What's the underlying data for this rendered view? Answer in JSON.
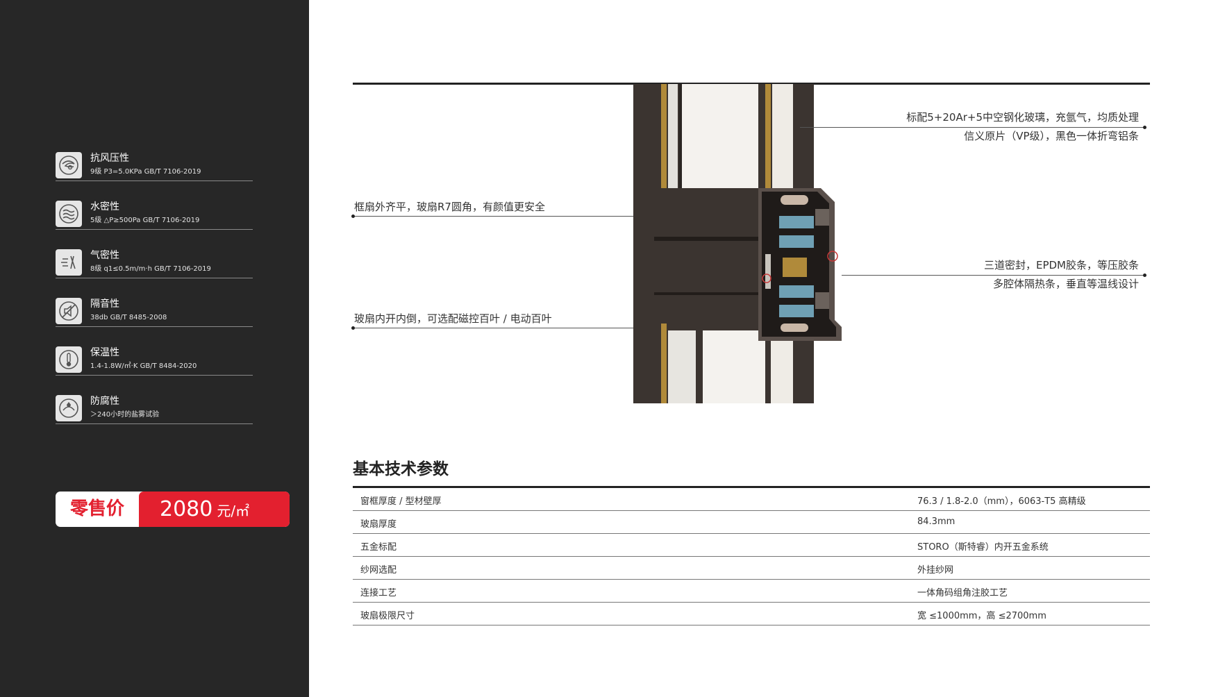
{
  "features": [
    {
      "title": "抗风压性",
      "sub": "9级 P3=5.0KPa GB/T 7106-2019",
      "icon": "wind-pressure-icon"
    },
    {
      "title": "水密性",
      "sub": "5级 △P≥500Pa GB/T 7106-2019",
      "icon": "water-tightness-icon"
    },
    {
      "title": "气密性",
      "sub": "8级 q1≤0.5m/m·h GB/T 7106-2019",
      "icon": "air-tightness-icon"
    },
    {
      "title": "隔音性",
      "sub": "38db GB/T 8485-2008",
      "icon": "sound-insulation-icon"
    },
    {
      "title": "保温性",
      "sub": "1.4-1.8W/㎡·K GB/T 8484-2020",
      "icon": "thermometer-icon"
    },
    {
      "title": "防腐性",
      "sub": "＞240小时的盐雾试验",
      "icon": "anti-corrosion-icon"
    }
  ],
  "price": {
    "label": "零售价",
    "value": "2080",
    "unit": "元/㎡"
  },
  "callouts": {
    "glass_line1": "标配5+20Ar+5中空钢化玻璃，充氩气，均质处理",
    "glass_line2": "信义原片（VP级），黑色一体折弯铝条",
    "frame": "框扇外齐平，玻扇R7圆角，有颜值更安全",
    "sash": "玻扇内开内倒，可选配磁控百叶 / 电动百叶",
    "seal_line1": "三道密封，EPDM胶条，等压胶条",
    "seal_line2": "多腔体隔热条，垂直等温线设计"
  },
  "specs": {
    "title": "基本技术参数",
    "rows": [
      {
        "k": "窗框厚度 / 型材壁厚",
        "v": "76.3 / 1.8-2.0（mm），6063-T5 高精级"
      },
      {
        "k": "玻扇厚度",
        "v": "84.3mm"
      },
      {
        "k": "五金标配",
        "v": "STORO（斯特睿）内开五金系统"
      },
      {
        "k": "纱网选配",
        "v": "外挂纱网"
      },
      {
        "k": "连接工艺",
        "v": "一体角码组角注胶工艺"
      },
      {
        "k": "玻扇极限尺寸",
        "v": "宽 ≤1000mm，高 ≤2700mm"
      }
    ]
  },
  "colors": {
    "sidebar": "#272727",
    "accent": "#e3202f",
    "profile": "#3b3430",
    "gold": "#b08a3a",
    "insulation": "#6fa0b4"
  }
}
